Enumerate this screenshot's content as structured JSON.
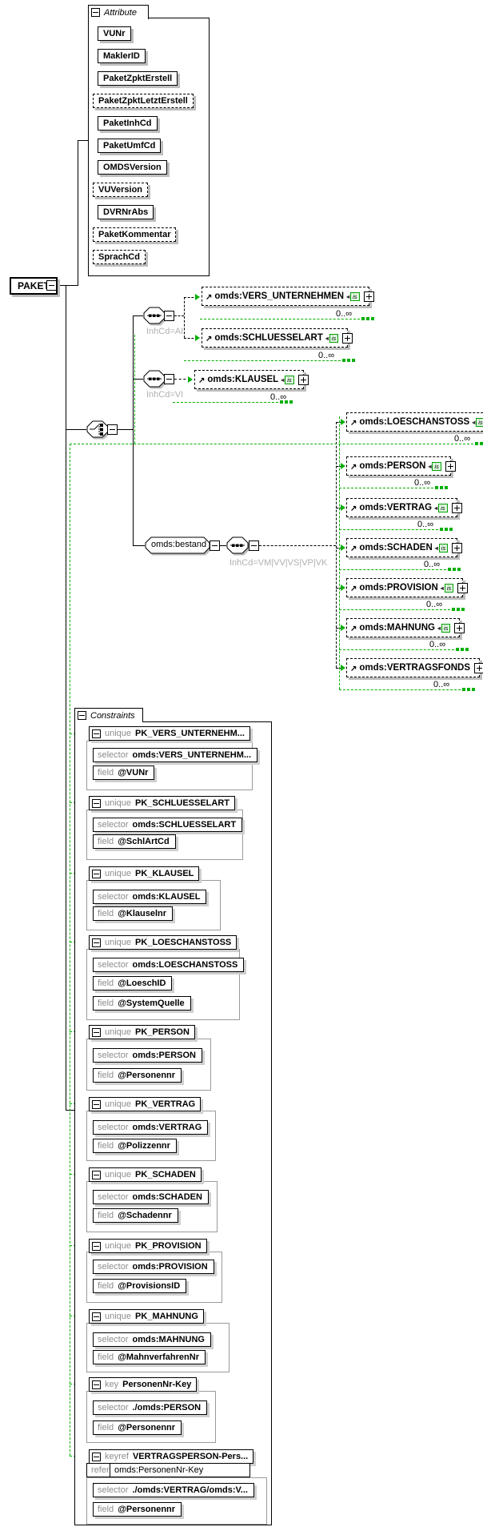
{
  "root_label": "PAKET",
  "attribute_section": {
    "title": "Attribute",
    "items": [
      {
        "label": "VUNr",
        "optional": false
      },
      {
        "label": "MaklerID",
        "optional": false
      },
      {
        "label": "PaketZpktErstell",
        "optional": false
      },
      {
        "label": "PaketZpktLetztErstell",
        "optional": true
      },
      {
        "label": "PaketInhCd",
        "optional": false
      },
      {
        "label": "PaketUmfCd",
        "optional": false
      },
      {
        "label": "OMDSVersion",
        "optional": false
      },
      {
        "label": "VUVersion",
        "optional": true
      },
      {
        "label": "DVRNrAbs",
        "optional": false
      },
      {
        "label": "PaketKommentar",
        "optional": true
      },
      {
        "label": "SprachCd",
        "optional": true
      }
    ]
  },
  "sequences": [
    {
      "condition": "InhCd=AI"
    },
    {
      "condition": "InhCd=VI"
    },
    {
      "condition": "InhCd=VM|VV|VS|VP|VK"
    }
  ],
  "bestand_label": "omds:bestand",
  "elements": [
    {
      "name": "omds:VERS_UNTERNEHMEN",
      "occurs": "0..∞",
      "badge": "is"
    },
    {
      "name": "omds:SCHLUESSELART",
      "occurs": "0..∞",
      "badge": "is"
    },
    {
      "name": "omds:KLAUSEL",
      "occurs": "0..∞",
      "badge": "is"
    },
    {
      "name": "omds:LOESCHANSTOSS",
      "occurs": "0..∞",
      "badge": "is"
    },
    {
      "name": "omds:PERSON",
      "occurs": "0..∞",
      "badge": "is"
    },
    {
      "name": "omds:VERTRAG",
      "occurs": "0..∞",
      "badge": "is"
    },
    {
      "name": "omds:SCHADEN",
      "occurs": "0..∞",
      "badge": "is"
    },
    {
      "name": "omds:PROVISION",
      "occurs": "0..∞",
      "badge": "is"
    },
    {
      "name": "omds:MAHNUNG",
      "occurs": "0..∞",
      "badge": "is"
    },
    {
      "name": "omds:VERTRAGSFONDS",
      "occurs": "0..∞",
      "badge": ""
    }
  ],
  "keywords": {
    "selector": "selector",
    "field": "field",
    "refer": "refer"
  },
  "constraints_section": {
    "title": "Constraints",
    "items": [
      {
        "kind": "unique",
        "name": "PK_VERS_UNTERNEHM...",
        "selector": "omds:VERS_UNTERNEHM...",
        "fields": [
          "@VUNr"
        ]
      },
      {
        "kind": "unique",
        "name": "PK_SCHLUESSELART",
        "selector": "omds:SCHLUESSELART",
        "fields": [
          "@SchlArtCd"
        ]
      },
      {
        "kind": "unique",
        "name": "PK_KLAUSEL",
        "selector": "omds:KLAUSEL",
        "fields": [
          "@Klauselnr"
        ]
      },
      {
        "kind": "unique",
        "name": "PK_LOESCHANSTOSS",
        "selector": "omds:LOESCHANSTOSS",
        "fields": [
          "@LoeschID",
          "@SystemQuelle"
        ]
      },
      {
        "kind": "unique",
        "name": "PK_PERSON",
        "selector": "omds:PERSON",
        "fields": [
          "@Personennr"
        ]
      },
      {
        "kind": "unique",
        "name": "PK_VERTRAG",
        "selector": "omds:VERTRAG",
        "fields": [
          "@Polizzennr"
        ]
      },
      {
        "kind": "unique",
        "name": "PK_SCHADEN",
        "selector": "omds:SCHADEN",
        "fields": [
          "@Schadennr"
        ]
      },
      {
        "kind": "unique",
        "name": "PK_PROVISION",
        "selector": "omds:PROVISION",
        "fields": [
          "@ProvisionsID"
        ]
      },
      {
        "kind": "unique",
        "name": "PK_MAHNUNG",
        "selector": "omds:MAHNUNG",
        "fields": [
          "@MahnverfahrenNr"
        ]
      },
      {
        "kind": "key",
        "name": "PersonenNr-Key",
        "selector": "./omds:PERSON",
        "fields": [
          "@Personennr"
        ]
      },
      {
        "kind": "keyref",
        "name": "VERTRAGSPERSON-Pers...",
        "refer": "omds:PersonenNr-Key",
        "selector": "./omds:VERTRAG/omds:V...",
        "fields": [
          "@Personennr"
        ]
      }
    ]
  },
  "colors": {
    "connector_green": "#00b000",
    "shadow_gray": "#bdbdbd",
    "muted_label_gray": "#b0b0b0",
    "keyword_gray": "#8c8c8c",
    "badge_green_bg": "#ddf6dd"
  }
}
